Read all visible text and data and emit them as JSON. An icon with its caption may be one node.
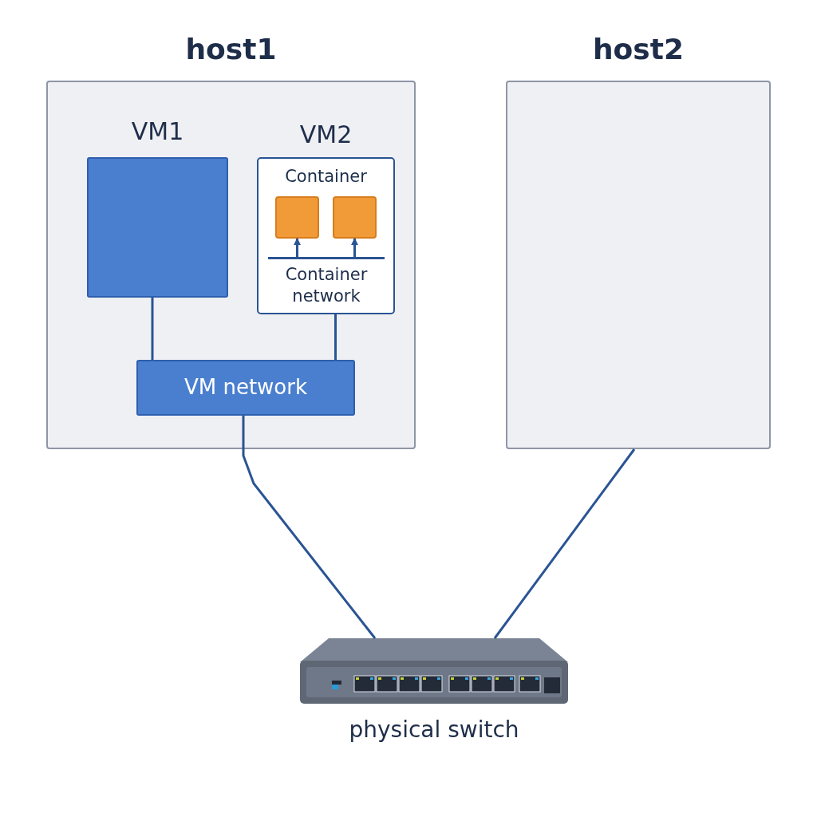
{
  "diagram": {
    "nodes": [
      {
        "text": [
          "host1"
        ]
      },
      {
        "text": [
          "VM1"
        ],
        "in": 0
      },
      {
        "text": [
          "VM2",
          "Container"
        ],
        "in": 0
      },
      {
        "text": [],
        "shape": "box",
        "in": 2
      },
      {
        "text": [],
        "shape": "box",
        "in": 2
      },
      {
        "text": [
          "Container network"
        ],
        "in": 2
      },
      {
        "text": [
          "VM network"
        ],
        "in": 0
      },
      {
        "text": [
          "host2"
        ]
      },
      {
        "text": [],
        "shape": "picture",
        "beside": [
          "physical switch"
        ]
      }
    ],
    "edges": [
      {
        "from": 5,
        "to": 3,
        "arrow": "to"
      },
      {
        "from": 5,
        "to": 4,
        "arrow": "to"
      },
      {
        "from": 1,
        "to": 6,
        "arrow": "none"
      },
      {
        "from": 2,
        "to": 6,
        "arrow": "none"
      },
      {
        "from": 6,
        "to": 8,
        "arrow": "none"
      },
      {
        "from": 7,
        "to": 8,
        "arrow": "none"
      }
    ]
  }
}
